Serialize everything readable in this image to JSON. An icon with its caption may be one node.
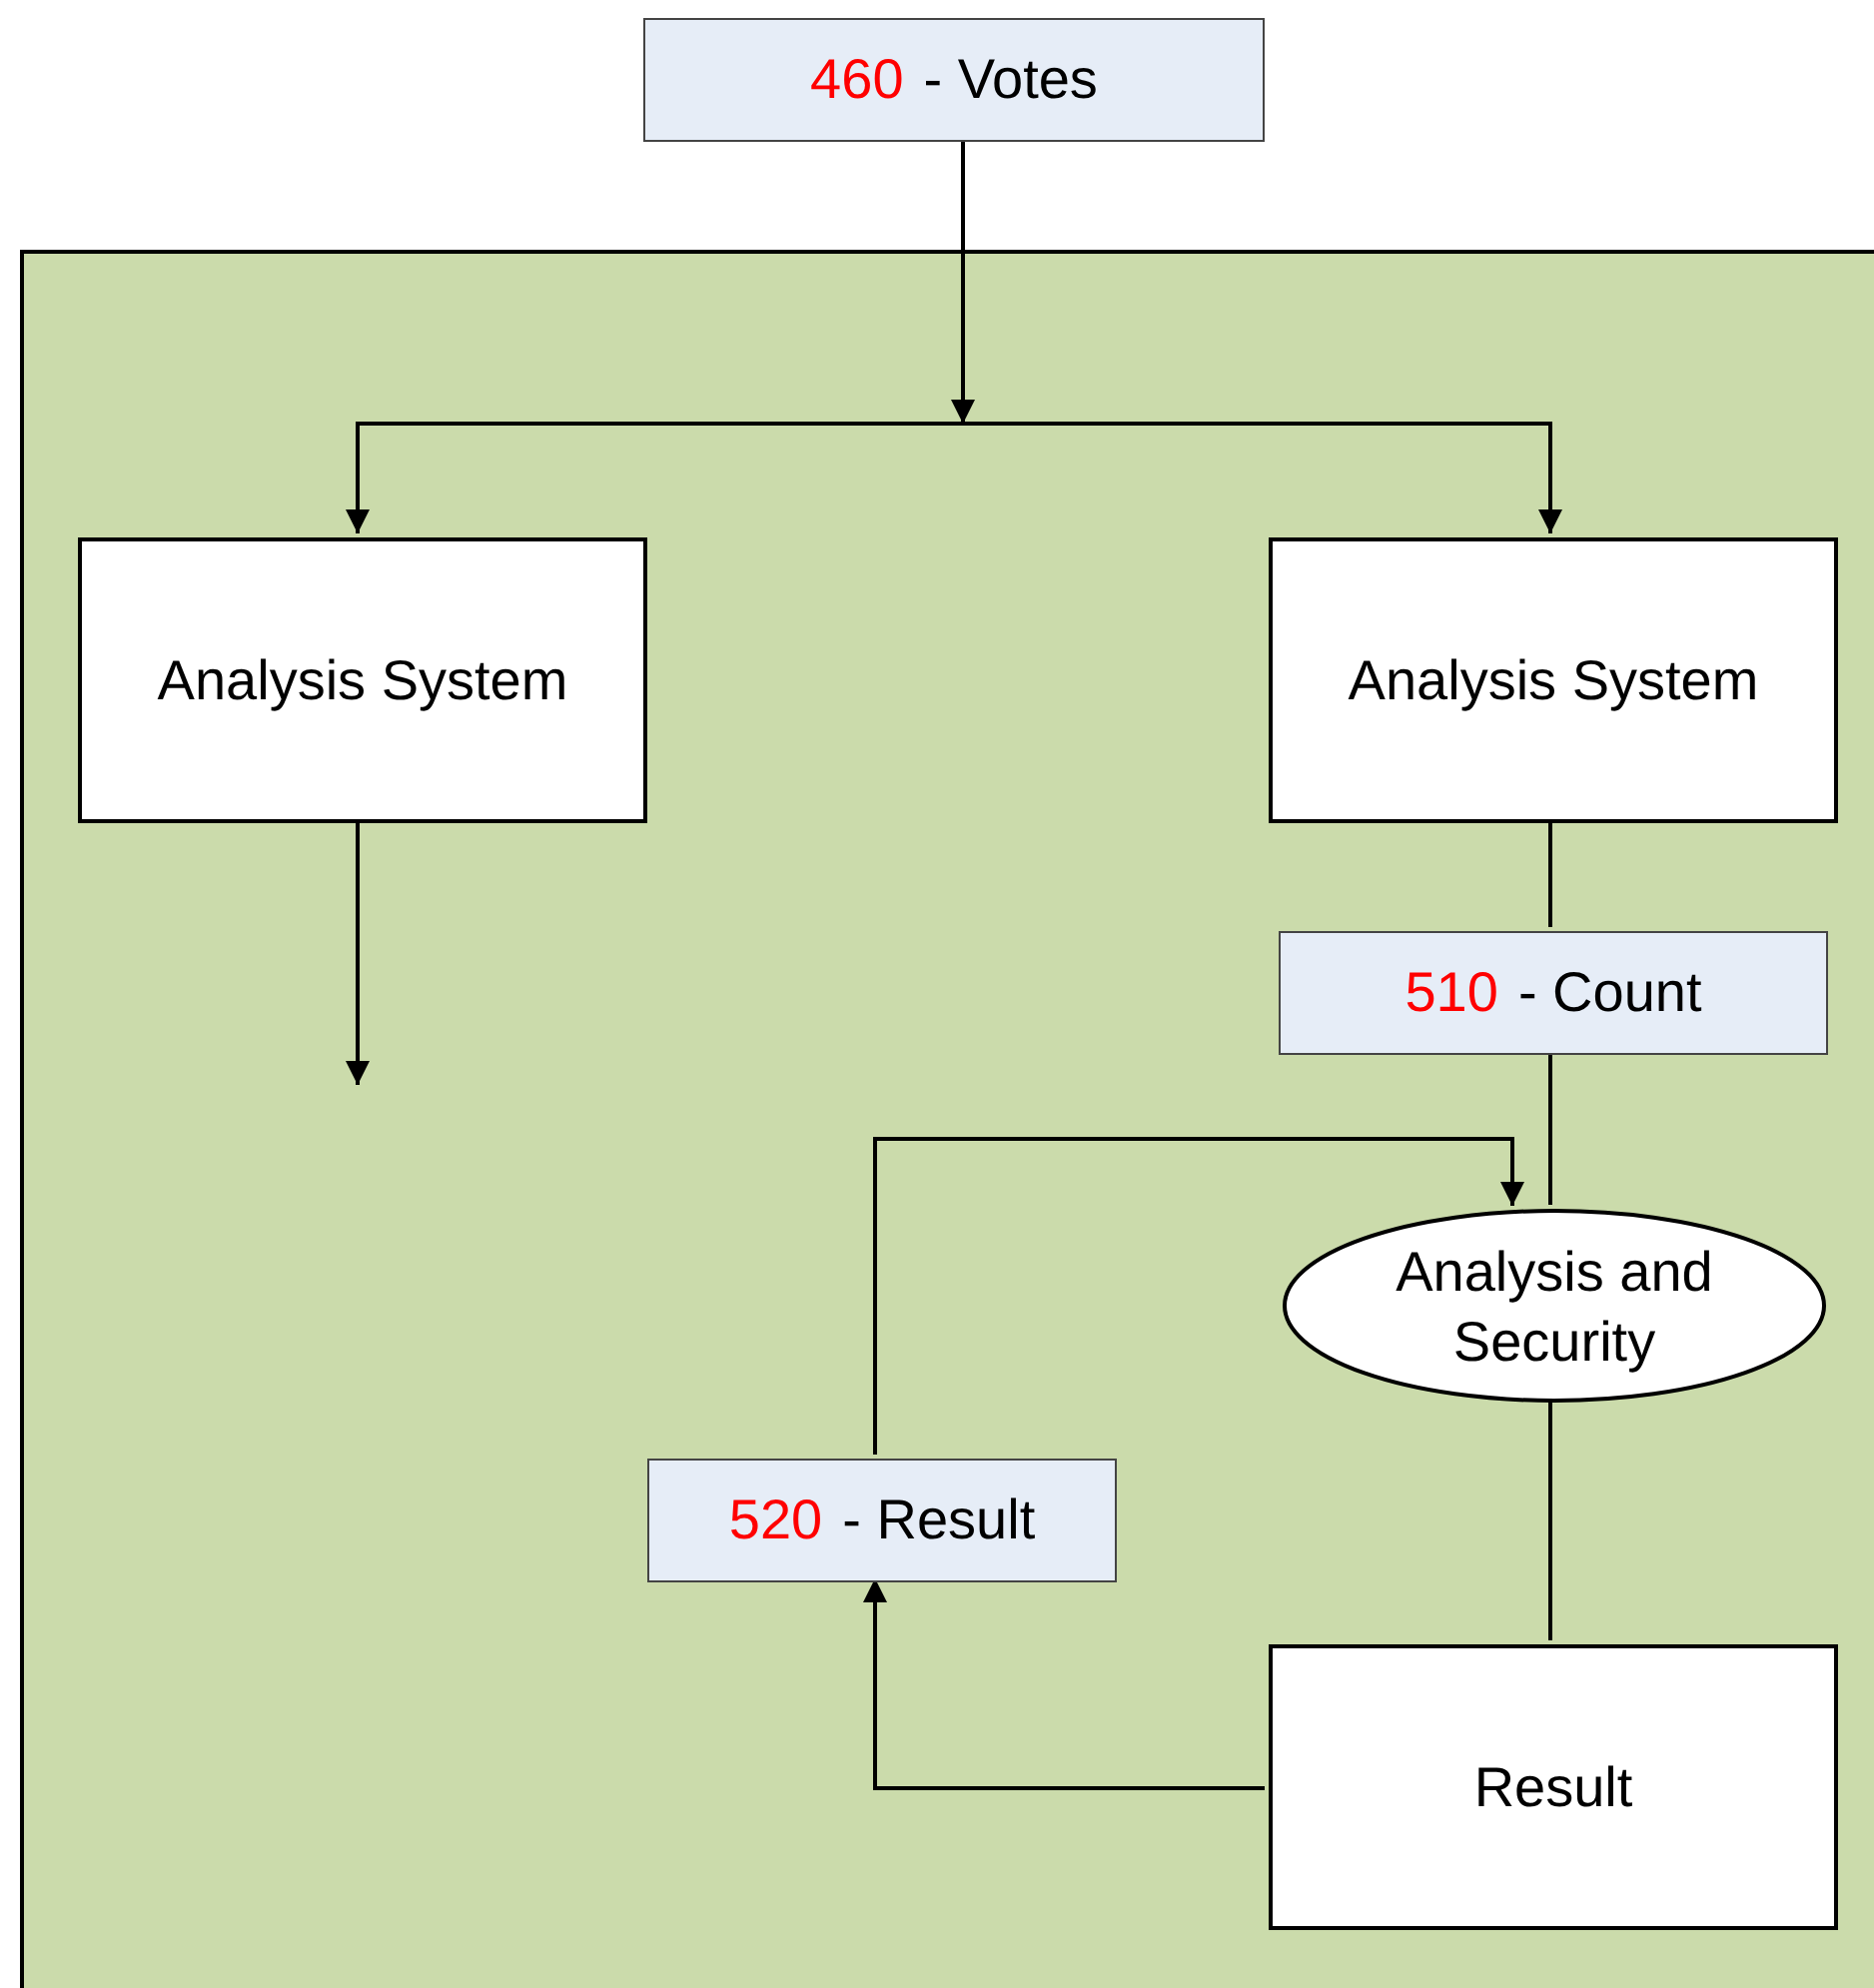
{
  "diagram": {
    "nodes": [
      {
        "text": [
          "460",
          "- Votes"
        ]
      },
      {
        "text": [],
        "shape": "box"
      },
      {
        "text": [
          "Analysis System"
        ],
        "in": 1
      },
      {
        "text": [
          "Analysis System"
        ],
        "in": 1
      },
      {
        "text": [
          "510",
          "- Count"
        ],
        "in": 1
      },
      {
        "text": [
          "Analysis and Security"
        ],
        "in": 1
      },
      {
        "text": [
          "520",
          "- Result"
        ],
        "in": 1
      },
      {
        "text": [
          "Result"
        ],
        "in": 1
      }
    ],
    "edges": [
      {
        "from": 0,
        "to": 2,
        "arrow": "to"
      },
      {
        "from": 0,
        "to": 3,
        "arrow": "to"
      },
      {
        "from": 2,
        "to": null,
        "arrow": "to"
      },
      {
        "from": 3,
        "to": 4,
        "arrow": "none"
      },
      {
        "from": 4,
        "to": 5,
        "arrow": "none"
      },
      {
        "from": 5,
        "to": 7,
        "arrow": "none"
      },
      {
        "from": 7,
        "to": 6,
        "arrow": "to"
      },
      {
        "from": 6,
        "to": 5,
        "arrow": "to"
      }
    ]
  }
}
